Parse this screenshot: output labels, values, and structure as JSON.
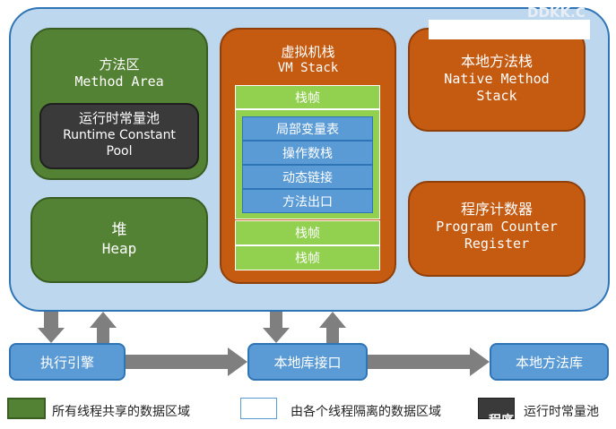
{
  "watermark": "DDKK.C",
  "method_area": {
    "title_cn": "方法区",
    "title_en": "Method Area"
  },
  "runtime_pool": {
    "line1": "运行时常量池",
    "line2": "Runtime Constant",
    "line3": "Pool"
  },
  "heap": {
    "title_cn": "堆",
    "title_en": "Heap"
  },
  "vm_stack": {
    "title_cn": "虚拟机栈",
    "title_en": "VM Stack",
    "frame_label": "栈帧",
    "frame_items": [
      "局部变量表",
      "操作数栈",
      "动态链接",
      "方法出口"
    ]
  },
  "native_stack": {
    "line1": "本地方法栈",
    "line2": "Native Method",
    "line3": "Stack"
  },
  "pc_register": {
    "line1": "程序计数器",
    "line2": "Program Counter",
    "line3": "Register"
  },
  "bottom": {
    "exec_engine": "执行引擎",
    "native_interface": "本地库接口",
    "native_library": "本地方法库"
  },
  "legend": {
    "shared": "所有线程共享的数据区域",
    "isolated": "由各个线程隔离的数据区域",
    "runtime_pool": "运行时常量池",
    "overlay_text": "程序"
  },
  "colors": {
    "shared_green": "#548235",
    "isolated_orange": "#c55a11",
    "pool_dark": "#3a3a3a",
    "frame_green": "#92d050",
    "cell_blue": "#5b9bd5",
    "area_bg": "#bdd7ee"
  }
}
